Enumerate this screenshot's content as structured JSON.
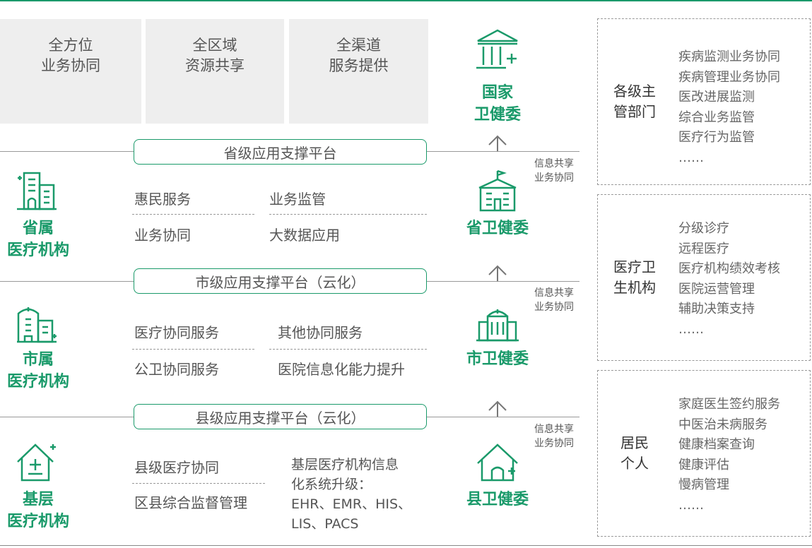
{
  "colors": {
    "green": "#1a9a6a",
    "grey_box": "#eeeeee",
    "text": "#555555"
  },
  "top_boxes": [
    {
      "line1": "全方位",
      "line2": "业务协同"
    },
    {
      "line1": "全区域",
      "line2": "资源共享"
    },
    {
      "line1": "全渠道",
      "line2": "服务提供"
    }
  ],
  "platforms": {
    "provincial": "省级应用支撑平台",
    "city": "市级应用支撑平台（云化）",
    "county": "县级应用支撑平台（云化）"
  },
  "services": {
    "provincial": {
      "a": "惠民服务",
      "b": "业务监管",
      "c": "业务协同",
      "d": "大数据应用"
    },
    "city": {
      "a": "医疗协同服务",
      "b": "其他协同服务",
      "c": "公卫协同服务",
      "d": "医院信息化能力提升"
    },
    "county": {
      "a": "县级医疗协同",
      "c": "区县综合监督管理",
      "b_lines": [
        "基层医疗机构信息",
        "化系统升级：",
        "EHR、EMR、HIS、",
        "LIS、PACS"
      ]
    }
  },
  "left_labels": {
    "provincial": {
      "line1": "省属",
      "line2": "医疗机构",
      "icon": "hospital-building-icon"
    },
    "city": {
      "line1": "市属",
      "line2": "医疗机构",
      "icon": "clinic-building-icon"
    },
    "grassroots": {
      "line1": "基层",
      "line2": "医疗机构",
      "icon": "house-clinic-icon"
    }
  },
  "mid_labels": {
    "national": {
      "line1": "国家",
      "line2": "卫健委",
      "icon": "government-building-icon"
    },
    "provincial": {
      "text": "省卫健委",
      "icon": "provincial-building-icon"
    },
    "city": {
      "text": "市卫健委",
      "icon": "city-building-icon"
    },
    "county": {
      "text": "县卫健委",
      "icon": "county-house-icon"
    }
  },
  "notes": {
    "line1": "信息共享",
    "line2": "业务协同"
  },
  "right_boxes": [
    {
      "title": [
        "各级主",
        "管部门"
      ],
      "items": [
        "疾病监测业务协同",
        "疾病管理业务协同",
        "医改进展监测",
        "综合业务监管",
        "医疗行为监管",
        "……"
      ]
    },
    {
      "title": [
        "医疗卫",
        "生机构"
      ],
      "items": [
        "分级诊疗",
        "远程医疗",
        "医疗机构绩效考核",
        "医院运营管理",
        "辅助决策支持",
        "……"
      ]
    },
    {
      "title": [
        "居民",
        "个人"
      ],
      "items": [
        "家庭医生签约服务",
        "中医治未病服务",
        "健康档案查询",
        "健康评估",
        "慢病管理",
        "……"
      ]
    }
  ]
}
